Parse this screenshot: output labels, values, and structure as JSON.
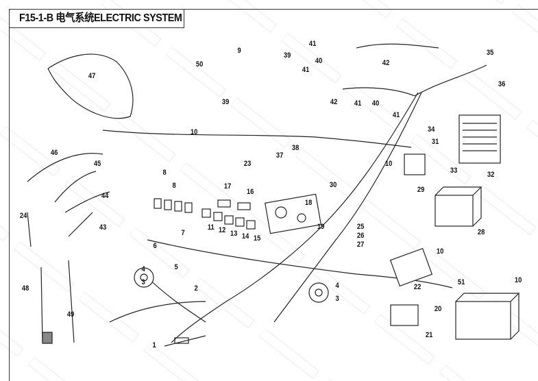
{
  "title": "F15-1-B 电气系统ELECTRIC SYSTEM",
  "watermark": "EMPIRE POWERSPORTS",
  "callouts": [
    "47",
    "50",
    "9",
    "39",
    "41",
    "40",
    "41",
    "42",
    "35",
    "36",
    "39",
    "42",
    "41",
    "40",
    "41",
    "34",
    "31",
    "10",
    "29",
    "33",
    "32",
    "10",
    "8",
    "46",
    "45",
    "44",
    "43",
    "24",
    "23",
    "17",
    "16",
    "38",
    "37",
    "30",
    "18",
    "19",
    "8",
    "7",
    "11",
    "12",
    "13",
    "14",
    "15",
    "6",
    "5",
    "4",
    "3",
    "2",
    "25",
    "26",
    "27",
    "28",
    "10",
    "22",
    "4",
    "3",
    "20",
    "21",
    "51",
    "10",
    "48",
    "49",
    "1"
  ]
}
